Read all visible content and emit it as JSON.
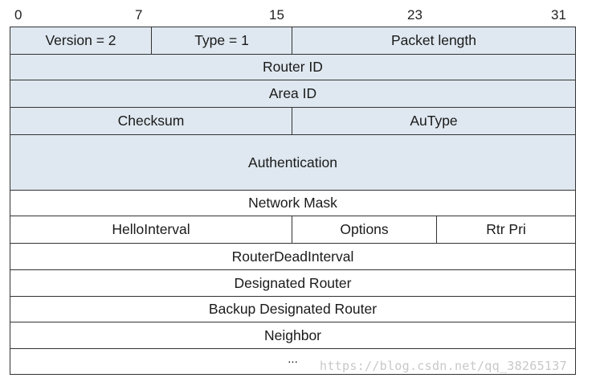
{
  "bit_labels": [
    "0",
    "7",
    "15",
    "23",
    "31"
  ],
  "rows": {
    "r1": {
      "version": "Version = 2",
      "type": "Type = 1",
      "packet_length": "Packet length"
    },
    "router_id": "Router ID",
    "area_id": "Area ID",
    "r4": {
      "checksum": "Checksum",
      "autype": "AuType"
    },
    "authentication": "Authentication",
    "network_mask": "Network Mask",
    "r7": {
      "hello_interval": "HelloInterval",
      "options": "Options",
      "rtr_pri": "Rtr Pri"
    },
    "router_dead_interval": "RouterDeadInterval",
    "designated_router": "Designated Router",
    "backup_designated_router": "Backup Designated Router",
    "neighbor": "Neighbor",
    "ellipsis": "..."
  },
  "watermark": "https://blog.csdn.net/qq_38265137",
  "colors": {
    "header_fill": "#dfe8f0",
    "body_fill": "#ffffff",
    "border": "#333333"
  }
}
